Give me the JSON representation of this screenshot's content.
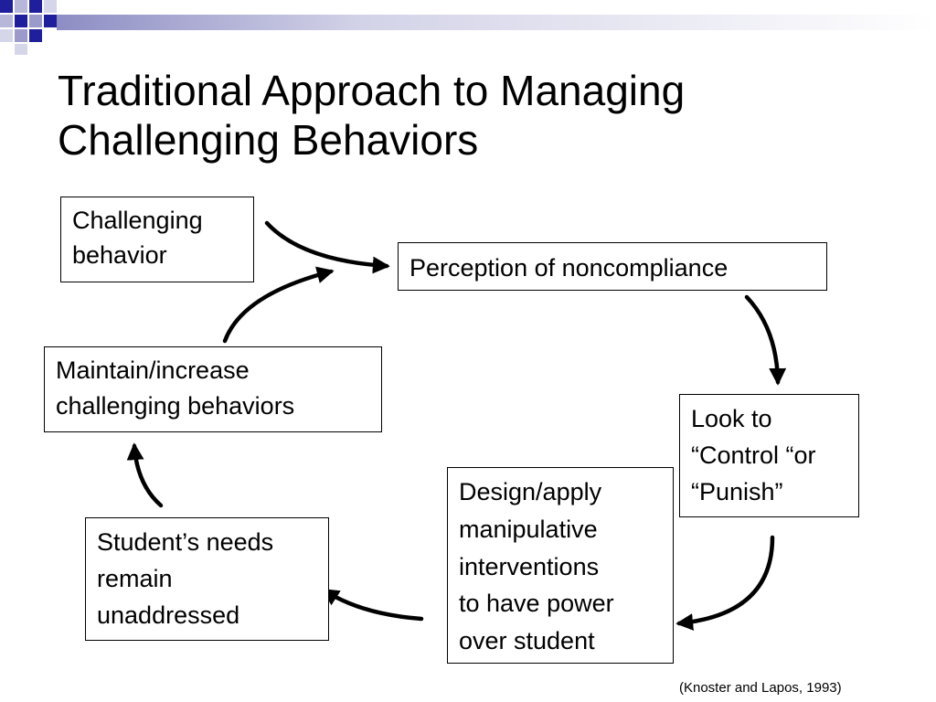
{
  "slide": {
    "title_lines": [
      "Traditional Approach to Managing",
      "Challenging Behaviors"
    ],
    "citation": "(Knoster and Lapos, 1993)"
  },
  "diagram": {
    "nodes": {
      "challenging_behavior": [
        "Challenging",
        "behavior"
      ],
      "perception": [
        "Perception of noncompliance"
      ],
      "look_to_control": [
        "Look to",
        "“Control “or",
        "“Punish”"
      ],
      "design_apply": [
        "Design/apply",
        "manipulative",
        "interventions",
        "to have power",
        "over student"
      ],
      "student_needs": [
        "Student’s needs",
        "remain",
        "unaddressed"
      ],
      "maintain_increase": [
        "Maintain/increase",
        "challenging behaviors"
      ]
    }
  },
  "colors": {
    "accent": "#1f1f9e",
    "accent_light": "#9a9acb",
    "text": "#000000",
    "background": "#ffffff"
  }
}
